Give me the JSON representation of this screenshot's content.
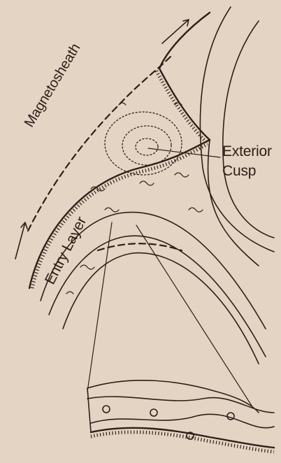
{
  "labels": {
    "magnetosheath": "Magnetosheath",
    "entry_layer": "Entry Layer",
    "exterior": "Exterior",
    "cusp": "Cusp"
  },
  "colors": {
    "background": "#e4d4c3",
    "ink": "#2c2018"
  }
}
